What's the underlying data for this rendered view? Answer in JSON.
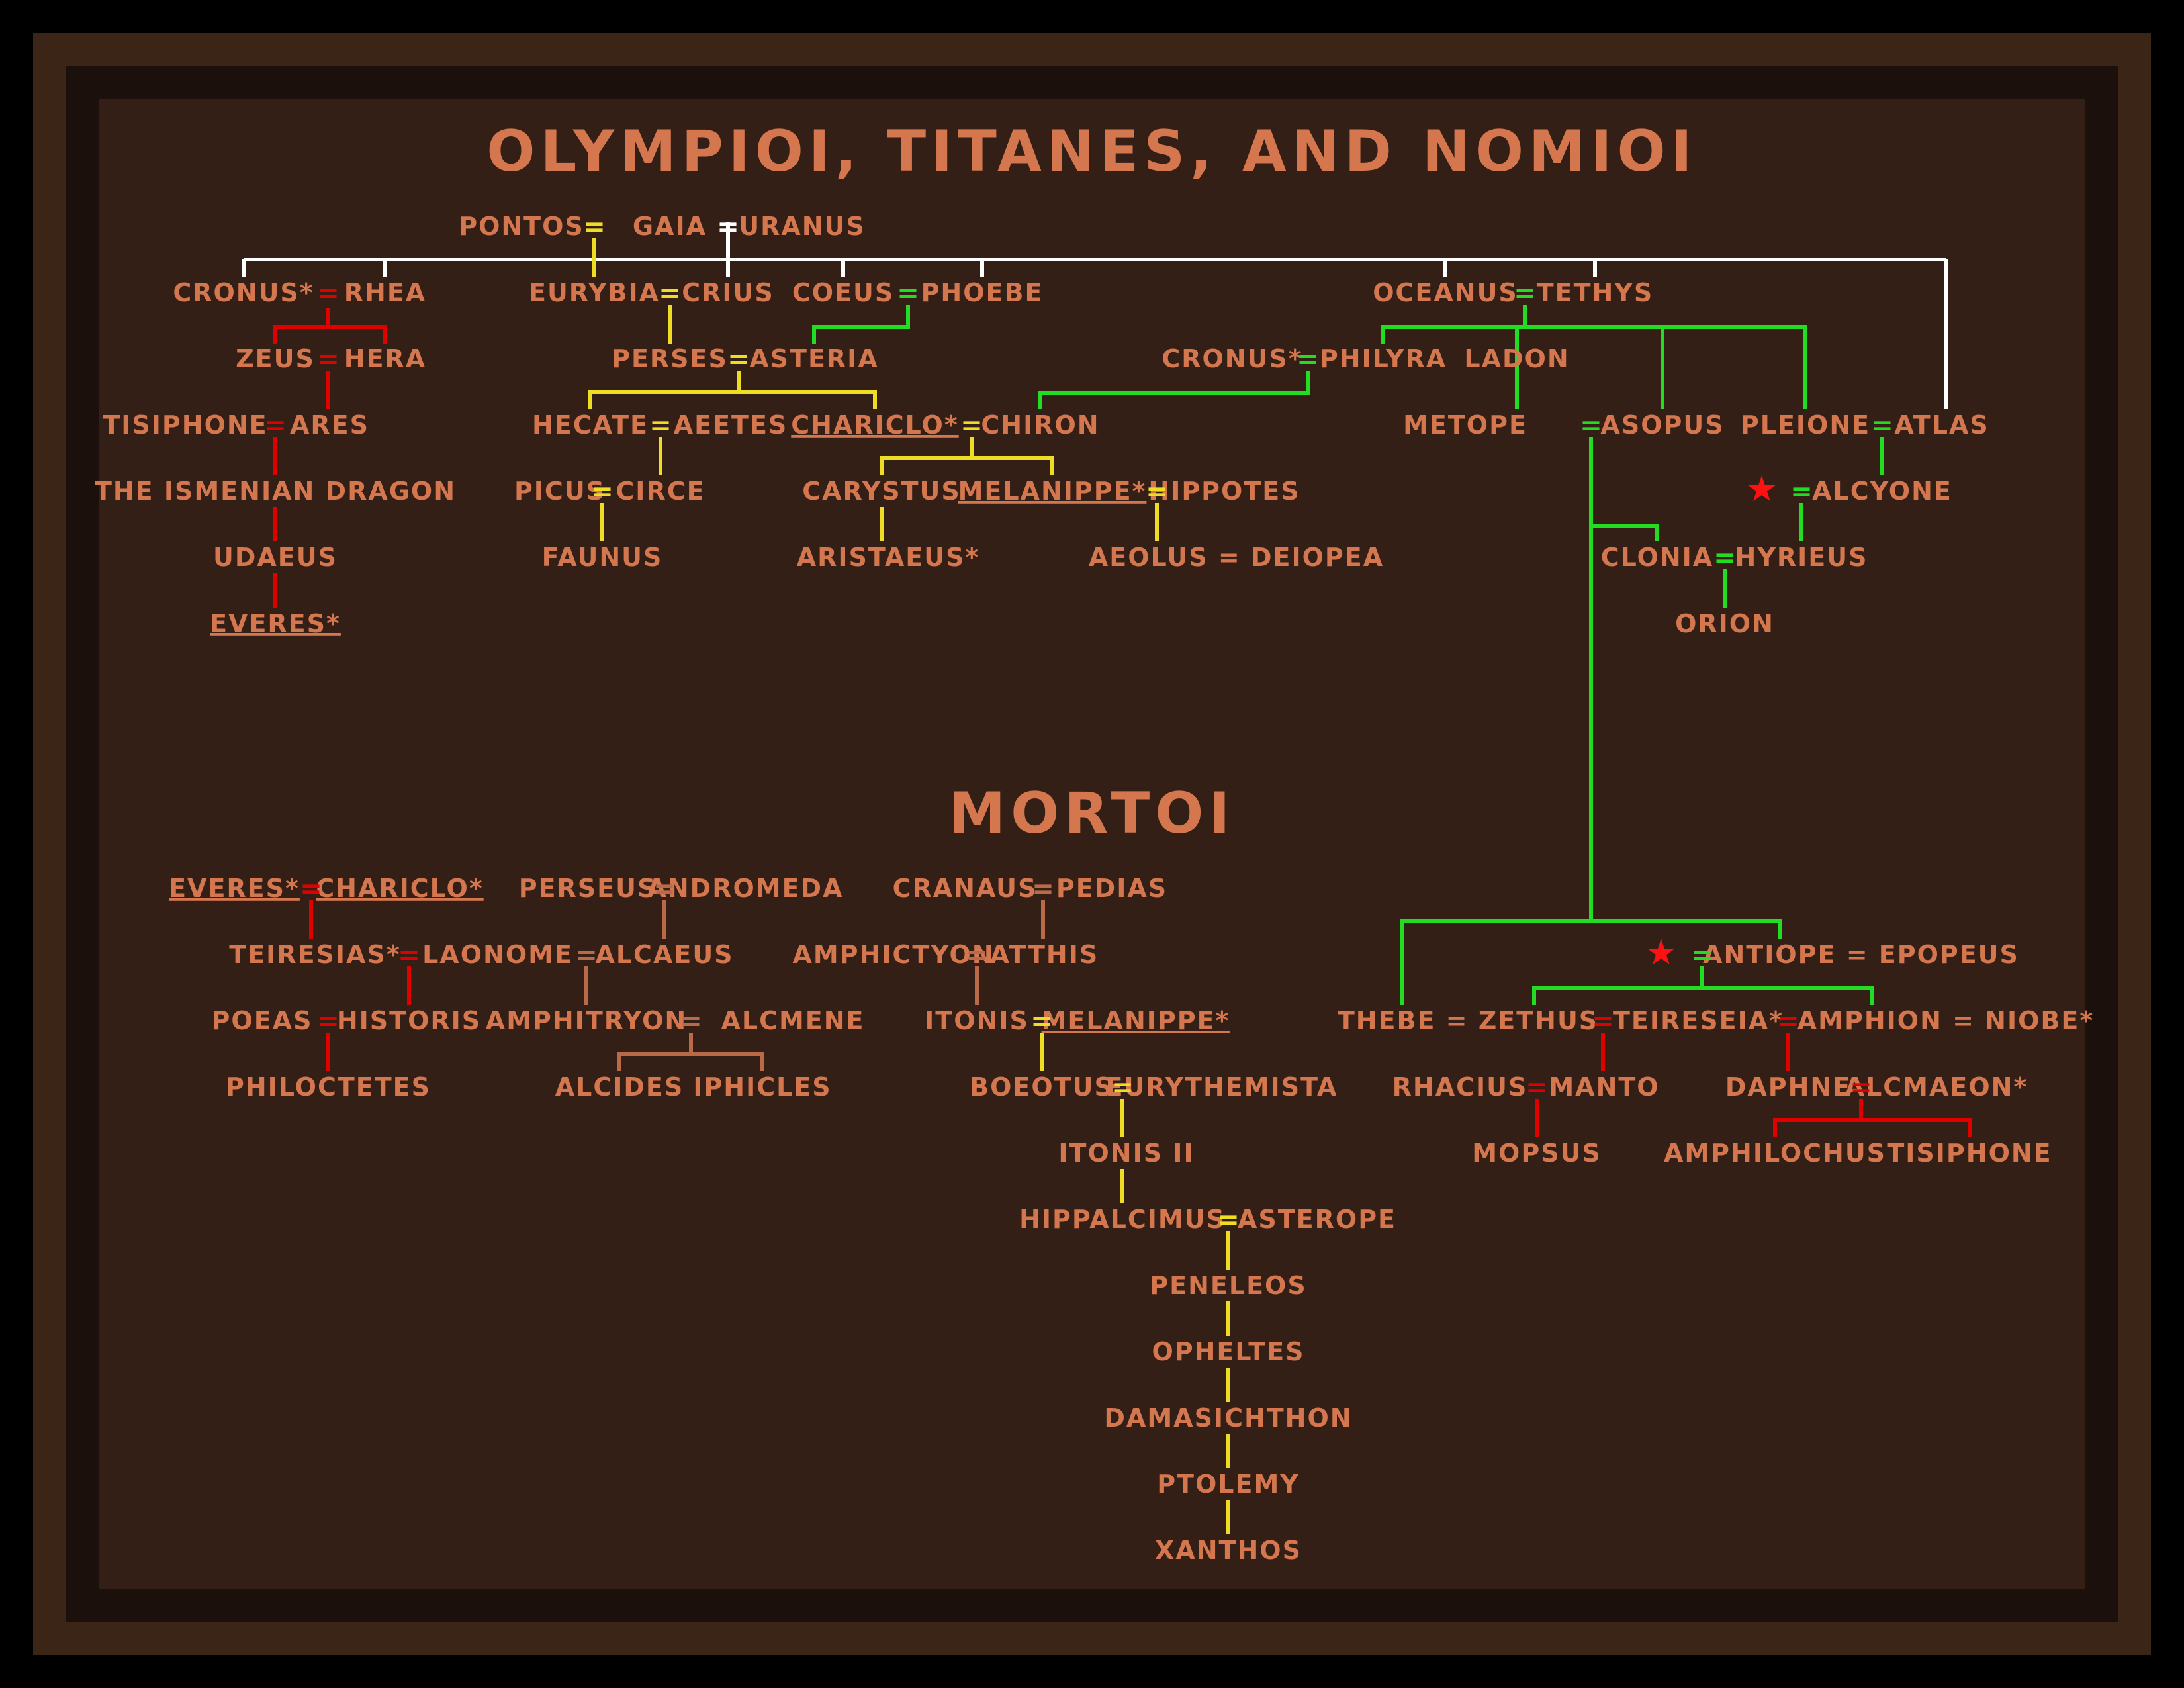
{
  "titles": {
    "top": "OLYMPIOI, TITANES, AND NOMIOI",
    "bottom": "MORTOI"
  },
  "colors": {
    "text": "#d4764e",
    "white_line": "#ffffff",
    "red_line": "#e00000",
    "green_line": "#22dd22",
    "yellow_line": "#eedd22",
    "brown_line": "#b96a48",
    "star": "#ff1111"
  },
  "symbols": {
    "eq": "=",
    "star": "★"
  },
  "names": {
    "pontos": "PONTOS",
    "gaia": "GAIA",
    "uranus": "URANUS",
    "cronus": "CRONUS*",
    "rhea": "RHEA",
    "eurybia": "EURYBIA",
    "crius": "CRIUS",
    "coeus": "COEUS",
    "phoebe": "PHOEBE",
    "oceanus": "OCEANUS",
    "tethys": "TETHYS",
    "zeus": "ZEUS",
    "hera": "HERA",
    "tisiphone1": "TISIPHONE",
    "ares": "ARES",
    "dragon": "THE ISMENIAN DRAGON",
    "udaeus": "UDAEUS",
    "everes1": "EVERES*",
    "perses": "PERSES",
    "asteria": "ASTERIA",
    "hecate": "HECATE",
    "aeetes": "AEETES",
    "picus": "PICUS",
    "circe": "CIRCE",
    "faunus": "FAUNUS",
    "chariclo1": "CHARICLO*",
    "chiron": "CHIRON",
    "carystus": "CARYSTUS",
    "melanippe1": "MELANIPPE*",
    "hippotes": "HIPPOTES",
    "aristaeus": "ARISTAEUS*",
    "aeolus": "AEOLUS = DEIOPEA",
    "cronus2": "CRONUS*",
    "philyra": "PHILYRA",
    "ladon": "LADON",
    "metope": "METOPE",
    "asopus": "ASOPUS",
    "pleione": "PLEIONE",
    "atlas": "ATLAS",
    "alcyone": "ALCYONE",
    "clonia": "CLONIA",
    "hyrieus": "HYRIEUS",
    "orion": "ORION",
    "everes2": "EVERES*",
    "chariclo2": "CHARICLO*",
    "teiresias": "TEIRESIAS*",
    "laonome": "LAONOME",
    "alcaeus": "ALCAEUS",
    "poeas": "POEAS",
    "historis": "HISTORIS",
    "philoctetes": "PHILOCTETES",
    "perseus": "PERSEUS",
    "andromeda": "ANDROMEDA",
    "amphitryon": "AMPHITRYON",
    "alcmene": "ALCMENE",
    "alcides": "ALCIDES",
    "iphicles": "IPHICLES",
    "cranaus": "CRANAUS",
    "pedias": "PEDIAS",
    "amphictyon": "AMPHICTYON",
    "atthis": "ATTHIS",
    "itonis": "ITONIS",
    "melanippe2": "MELANIPPE*",
    "boeotus": "BOEOTUS",
    "eurythemista": "EURYTHEMISTA",
    "itonis2": "ITONIS II",
    "hippalcimus": "HIPPALCIMUS",
    "asterope": "ASTEROPE",
    "peneleos": "PENELEOS",
    "opheltes": "OPHELTES",
    "damasichthon": "DAMASICHTHON",
    "ptolemy": "PTOLEMY",
    "xanthos": "XANTHOS",
    "antiope": "ANTIOPE = EPOPEUS",
    "thebe_zethus": "THEBE = ZETHUS",
    "teireseia": "TEIRESEIA*",
    "amphion": "AMPHION = NIOBE*",
    "rhacius": "RHACIUS",
    "manto": "MANTO",
    "mopsus": "MOPSUS",
    "daphne": "DAPHNE",
    "alcmaeon": "ALCMAEON*",
    "amphilochus": "AMPHILOCHUS",
    "tisiphone2": "TISIPHONE"
  }
}
